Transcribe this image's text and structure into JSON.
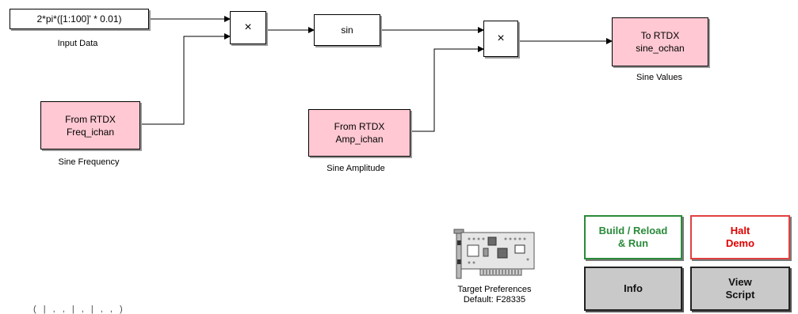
{
  "diagram": {
    "input_data": {
      "expression": "2*pi*([1:100]' * 0.01)",
      "caption": "Input Data"
    },
    "from_freq": {
      "label": "From RTDX\nFreq_ichan",
      "caption": "Sine Frequency"
    },
    "product1": {
      "symbol": "×"
    },
    "sin_block": {
      "label": "sin"
    },
    "from_amp": {
      "label": "From RTDX\nAmp_ichan",
      "caption": "Sine Amplitude"
    },
    "product2": {
      "symbol": "×"
    },
    "to_rtdx": {
      "label": "To RTDX\nsine_ochan",
      "caption": "Sine Values"
    },
    "target_prefs": {
      "caption": "Target Preferences\nDefault: F28335"
    }
  },
  "buttons": {
    "build": {
      "label": "Build / Reload\n& Run",
      "color": "#2a8a3a"
    },
    "halt": {
      "label": "Halt\nDemo",
      "color": "#e00000"
    },
    "info": {
      "label": "Info"
    },
    "view_script": {
      "label": "View\nScript"
    }
  },
  "footer": {
    "text": "( |  ,        ,     |  ,  |  ,  ,  )"
  },
  "colors": {
    "rtdx_block": "#ffc8d2",
    "button_gray": "#c9c9c9"
  }
}
